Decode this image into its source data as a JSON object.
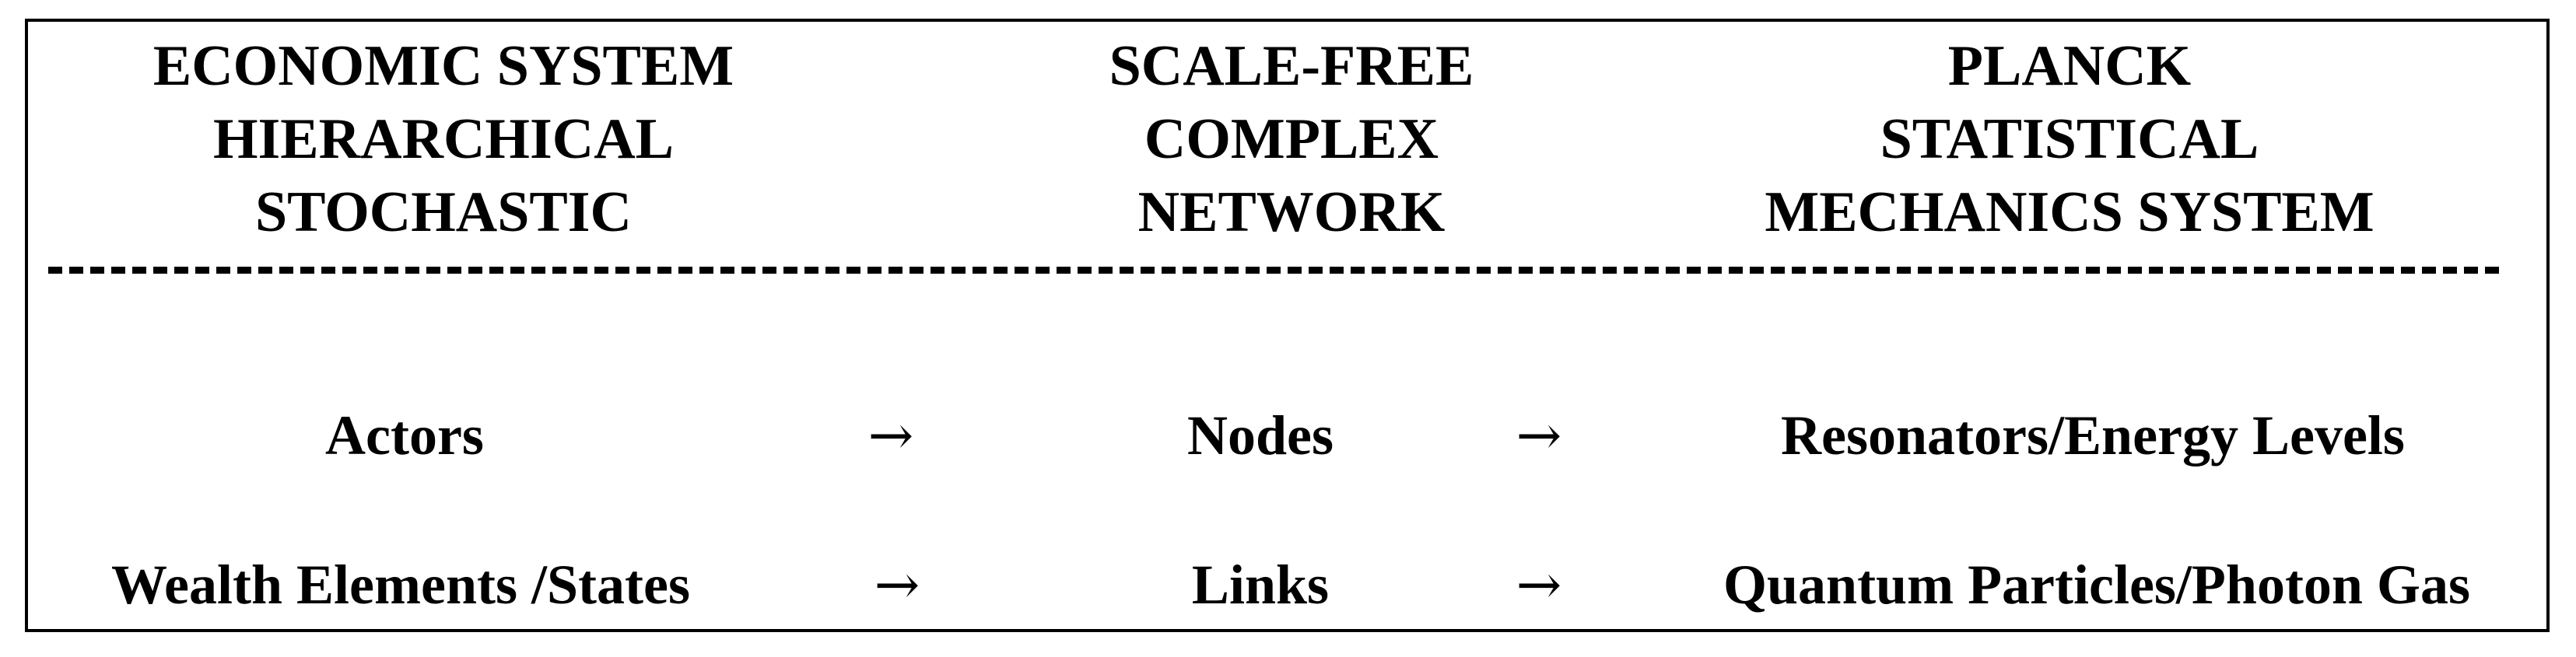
{
  "headers": {
    "economic": [
      "ECONOMIC SYSTEM",
      "HIERARCHICAL",
      "STOCHASTIC"
    ],
    "network": [
      "SCALE-FREE",
      "COMPLEX",
      "NETWORK"
    ],
    "planck": [
      "PLANCK",
      "STATISTICAL",
      "MECHANICS SYSTEM"
    ]
  },
  "rows": [
    {
      "economic": "Actors",
      "arrow1": "→",
      "network": "Nodes",
      "arrow2": "→",
      "planck": "Resonators/Energy Levels"
    },
    {
      "economic": "Wealth Elements /States",
      "arrow1": "→",
      "network": "Links",
      "arrow2": "→",
      "planck": "Quantum Particles/Photon Gas"
    }
  ]
}
